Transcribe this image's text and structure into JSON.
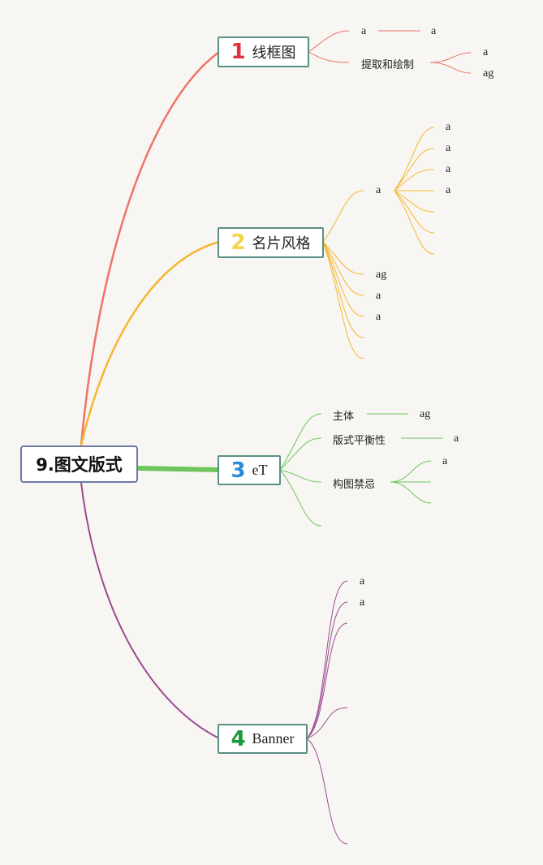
{
  "root": {
    "title": "9.图文版式"
  },
  "colors": {
    "branch1": "#ee7366",
    "branch2": "#f4b731",
    "branch3": "#6ec45d",
    "branch4": "#9b4b93",
    "num1": "#e0303f",
    "num2": "#f5d34a",
    "num3": "#2a8ad8",
    "num4": "#1a9a3a"
  },
  "branches": [
    {
      "number": "1",
      "label": "线框图",
      "children": [
        {
          "label": "a",
          "children": [
            {
              "label": "a"
            }
          ]
        },
        {
          "label": "提取和绘制",
          "children": [
            {
              "label": "a"
            },
            {
              "label": "ag"
            }
          ]
        }
      ]
    },
    {
      "number": "2",
      "label": "名片风格",
      "children": [
        {
          "label": "a",
          "children": [
            {
              "label": "a"
            },
            {
              "label": "a"
            },
            {
              "label": "a"
            },
            {
              "label": "a"
            },
            {
              "label": ""
            },
            {
              "label": ""
            },
            {
              "label": ""
            }
          ]
        },
        {
          "label": "ag"
        },
        {
          "label": "a"
        },
        {
          "label": "a"
        },
        {
          "label": ""
        },
        {
          "label": ""
        }
      ]
    },
    {
      "number": "3",
      "label": "eT",
      "children": [
        {
          "label": "主体",
          "children": [
            {
              "label": "ag"
            }
          ]
        },
        {
          "label": "版式平衡性",
          "children": [
            {
              "label": "a"
            }
          ]
        },
        {
          "label": "构图禁忌",
          "children": [
            {
              "label": "a"
            },
            {
              "label": ""
            },
            {
              "label": ""
            }
          ]
        },
        {
          "label": ""
        }
      ]
    },
    {
      "number": "4",
      "label": "Banner",
      "children": [
        {
          "label": "a"
        },
        {
          "label": "a"
        },
        {
          "label": ""
        },
        {
          "label": ""
        },
        {
          "label": ""
        }
      ]
    }
  ]
}
